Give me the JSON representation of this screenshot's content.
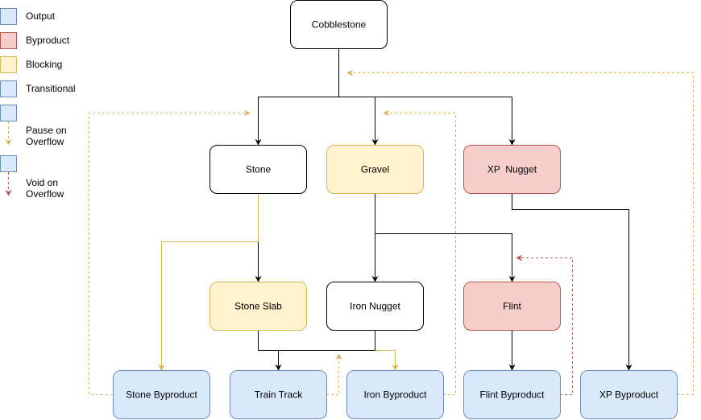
{
  "colors": {
    "output_fill": "#dae8fc",
    "output_stroke": "#6c8ebf",
    "byproduct_fill": "#f8cecc",
    "byproduct_stroke": "#b85450",
    "blocking_fill": "#fff2cc",
    "blocking_stroke": "#d6b656",
    "plain_fill": "#ffffff",
    "plain_stroke": "#000000",
    "flow_line": "#000000",
    "pause_line": "#d6b656",
    "void_line": "#b85450"
  },
  "legend": {
    "output": "Output",
    "byproduct": "Byproduct",
    "blocking": "Blocking",
    "transitional": "Transitional",
    "pause_line1": "Pause on",
    "pause_line2": "Overflow",
    "void_line1": "Void on",
    "void_line2": "Overflow"
  },
  "nodes": {
    "cobblestone": "Cobblestone",
    "stone": "Stone",
    "gravel": "Gravel",
    "xp_nugget": "XP  Nugget",
    "stone_slab": "Stone Slab",
    "iron_nugget": "Iron Nugget",
    "flint": "Flint",
    "stone_byproduct": "Stone Byproduct",
    "train_track": "Train Track",
    "iron_byproduct": "Iron Byproduct",
    "flint_byproduct": "Flint Byproduct",
    "xp_byproduct": "XP Byproduct"
  }
}
